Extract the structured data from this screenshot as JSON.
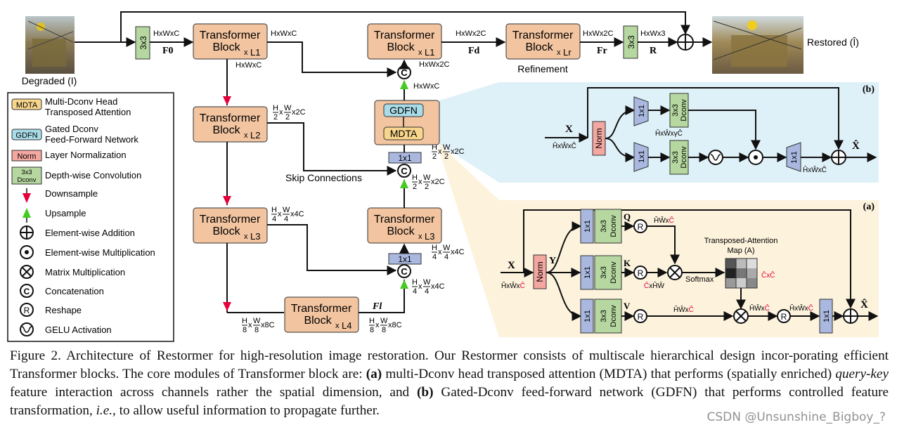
{
  "labels": {
    "degraded": "Degraded (I)",
    "restored": "Restored (Î)",
    "refinement": "Refinement",
    "skip": "Skip Connections",
    "conv3": "3x3",
    "conv1": "1x1",
    "norm": "Norm",
    "dconv": "Dconv",
    "tb_line1": "Transformer",
    "tb_line2": "Block",
    "gdfn": "GDFN",
    "mdta": "MDTA",
    "panel_a": "(a)",
    "panel_b": "(b)"
  },
  "legend": [
    {
      "icon": "mdta-chip",
      "chip": "MDTA",
      "text": "Multi-Dconv Head",
      "text2": "Transposed Attention"
    },
    {
      "icon": "gdfn-chip",
      "chip": "GDFN",
      "text": "Gated Dconv",
      "text2": "Feed-Forward Network"
    },
    {
      "icon": "norm-chip",
      "chip": "Norm",
      "text": "Layer Normalization"
    },
    {
      "icon": "dconv-chip",
      "chip": "3x3",
      "chip2": "Dconv",
      "text": "Depth-wise Convolution"
    },
    {
      "icon": "downsample-arrow-icon",
      "text": "Downsample"
    },
    {
      "icon": "upsample-arrow-icon",
      "text": "Upsample"
    },
    {
      "icon": "plus-circle-icon",
      "text": "Element-wise Addition"
    },
    {
      "icon": "dot-circle-icon",
      "text": "Element-wise Multiplication"
    },
    {
      "icon": "times-circle-icon",
      "text": "Matrix Multiplication"
    },
    {
      "icon": "c-circle-icon",
      "text": "Concatenation"
    },
    {
      "icon": "r-circle-icon",
      "text": "Reshape"
    },
    {
      "icon": "gelu-icon",
      "text": "GELU Activation"
    }
  ],
  "blocks": {
    "L1": "L1",
    "L2": "L2",
    "L3": "L3",
    "L4": "L4",
    "Lr": "Lr"
  },
  "dims": {
    "hwc": "HxWxC",
    "hw2c": "HxWx2C",
    "hw3": "HxWx3",
    "half_2c": "x2C",
    "quarter_4c": "x4C",
    "eighth_8c": "x8C",
    "hat_hwc": "ĤxŴxĈ",
    "hat_hw_gamma": "ĤxŴxγĈ",
    "hat_hw_c_red": "ĤŴxĈ",
    "chat_hw": "ĈxĤŴ",
    "cxc": "ĈxĈ"
  },
  "vars": {
    "F0": "F0",
    "Fd": "Fd",
    "Fr": "Fr",
    "R": "R",
    "Fl": "Fl",
    "X": "X",
    "Xhat": "X̂",
    "Y": "Y",
    "Q": "Q",
    "K": "K",
    "V": "V"
  },
  "attention_map": {
    "title": "Transposed-Attention",
    "title2": "Map (A)",
    "softmax": "Softmax"
  },
  "colors": {
    "block": "#f2c4a0",
    "gdfn": "#a8dce8",
    "mdta": "#f7d58c",
    "norm": "#f4a7a0",
    "dconv": "#b6d8a0",
    "conv1": "#aab8e0",
    "panel_a": "#fdf2dc",
    "panel_b": "#dff1f8",
    "accent_red": "#e8003a",
    "accent_green": "#44cc22"
  },
  "caption": {
    "p1": "Figure 2. Architecture of Restormer for high-resolution image restoration. Our Restormer consists of multiscale hierarchical design incor-porating efficient Transformer blocks. The core modules of Transformer block are: ",
    "a": "(a)",
    "p2": " multi-Dconv head transposed attention (MDTA) that performs (spatially enriched) ",
    "qk": "query-key",
    "p3": " feature interaction across channels rather the spatial dimension, and ",
    "b": "(b)",
    "p4": " Gated-Dconv feed-forward network (GDFN) that performs controlled feature transformation, ",
    "ie": "i.e.",
    "p5": ", to allow useful information to propagate further."
  },
  "watermark": "CSDN @Unsunshine_Bigboy_?"
}
